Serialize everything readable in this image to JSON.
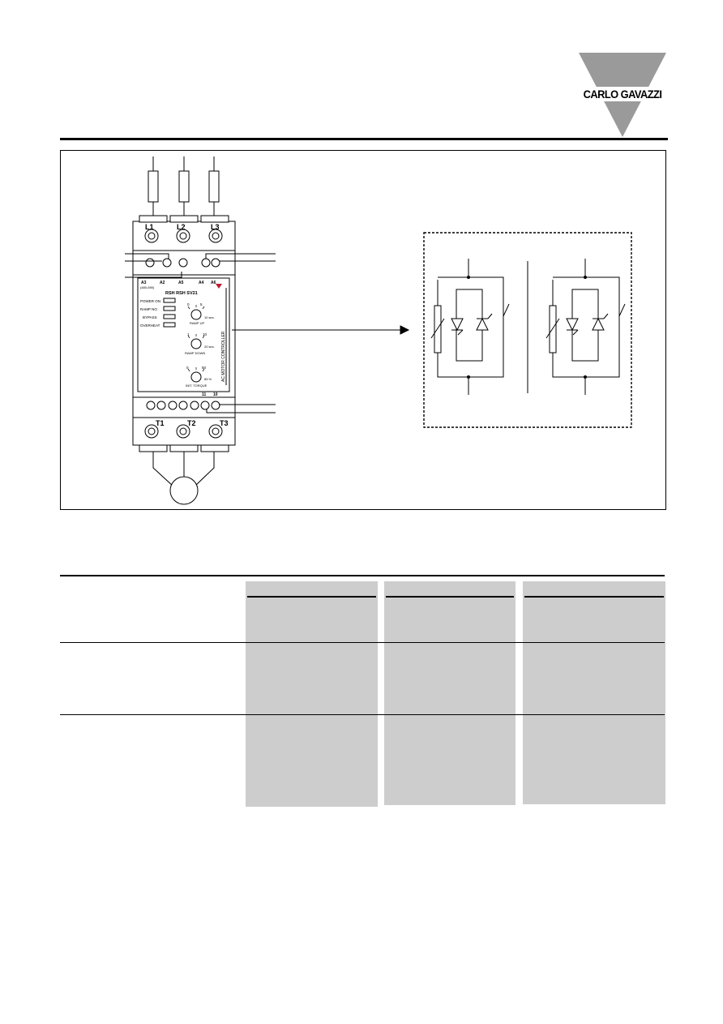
{
  "brand": {
    "name": "CARLO GAVAZZI",
    "color": "#9a9a9a"
  },
  "device": {
    "top_terminals": [
      "L1",
      "L2",
      "L3"
    ],
    "bottom_terminals": [
      "T1",
      "T2",
      "T3"
    ],
    "aux_terminals": [
      "A3",
      "A2",
      "A5",
      "A4",
      "A6"
    ],
    "aux_sub": "(480-690)",
    "model": "RSH  RSH  SV21",
    "indicators": [
      "POWER ON",
      "RAMP NO",
      "BYPASS",
      "OVERHEAT"
    ],
    "knob_ramp_up": {
      "label": "RAMP UP",
      "min": "0",
      "max": "10 sec.",
      "mid": "5"
    },
    "knob_ramp_down": {
      "label": "RAMP DOWN",
      "min": "1",
      "max": "20 sec.",
      "mid": "10"
    },
    "knob_torque": {
      "label": "INIT. TORQUE",
      "min": "0",
      "max": "85 %",
      "mid": "50"
    },
    "side_label": "AC MOTOR CONTROLLER",
    "relay_terminals": [
      "11",
      "10"
    ],
    "accent": "#c0182f"
  }
}
